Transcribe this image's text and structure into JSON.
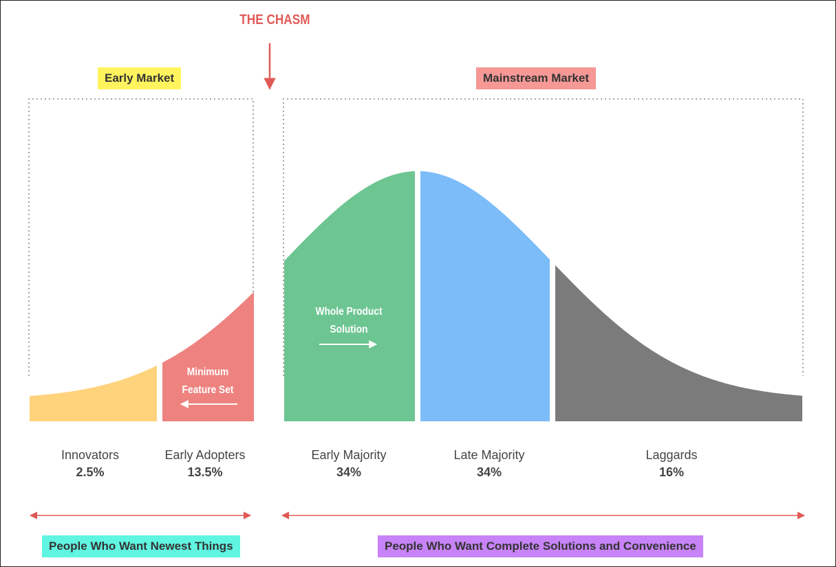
{
  "chasm": {
    "label": "THE CHASM",
    "color": "#e05a57"
  },
  "markets": {
    "early": {
      "label": "Early Market",
      "bg": "#fff45e"
    },
    "mainstream": {
      "label": "Mainstream Market",
      "bg": "#f59896"
    }
  },
  "segments": [
    {
      "name": "Innovators",
      "percent": "2.5%",
      "color": "#ffd27c"
    },
    {
      "name": "Early Adopters",
      "percent": "13.5%",
      "color": "#ee827f"
    },
    {
      "name": "Early Majority",
      "percent": "34%",
      "color": "#6dc592"
    },
    {
      "name": "Late Majority",
      "percent": "34%",
      "color": "#7cbcf9"
    },
    {
      "name": "Laggards",
      "percent": "16%",
      "color": "#7b7b7b"
    }
  ],
  "annotations": {
    "minimum_feature_set": {
      "line1": "Minimum",
      "line2": "Feature Set"
    },
    "whole_product": {
      "line1": "Whole Product",
      "line2": "Solution"
    }
  },
  "audiences": {
    "early": {
      "label": "People Who Want Newest Things",
      "bg": "#5ff5e1"
    },
    "mainstream": {
      "label": "People Who Want Complete Solutions and Convenience",
      "bg": "#c783f7"
    }
  },
  "arrow_color": "#e05a57"
}
